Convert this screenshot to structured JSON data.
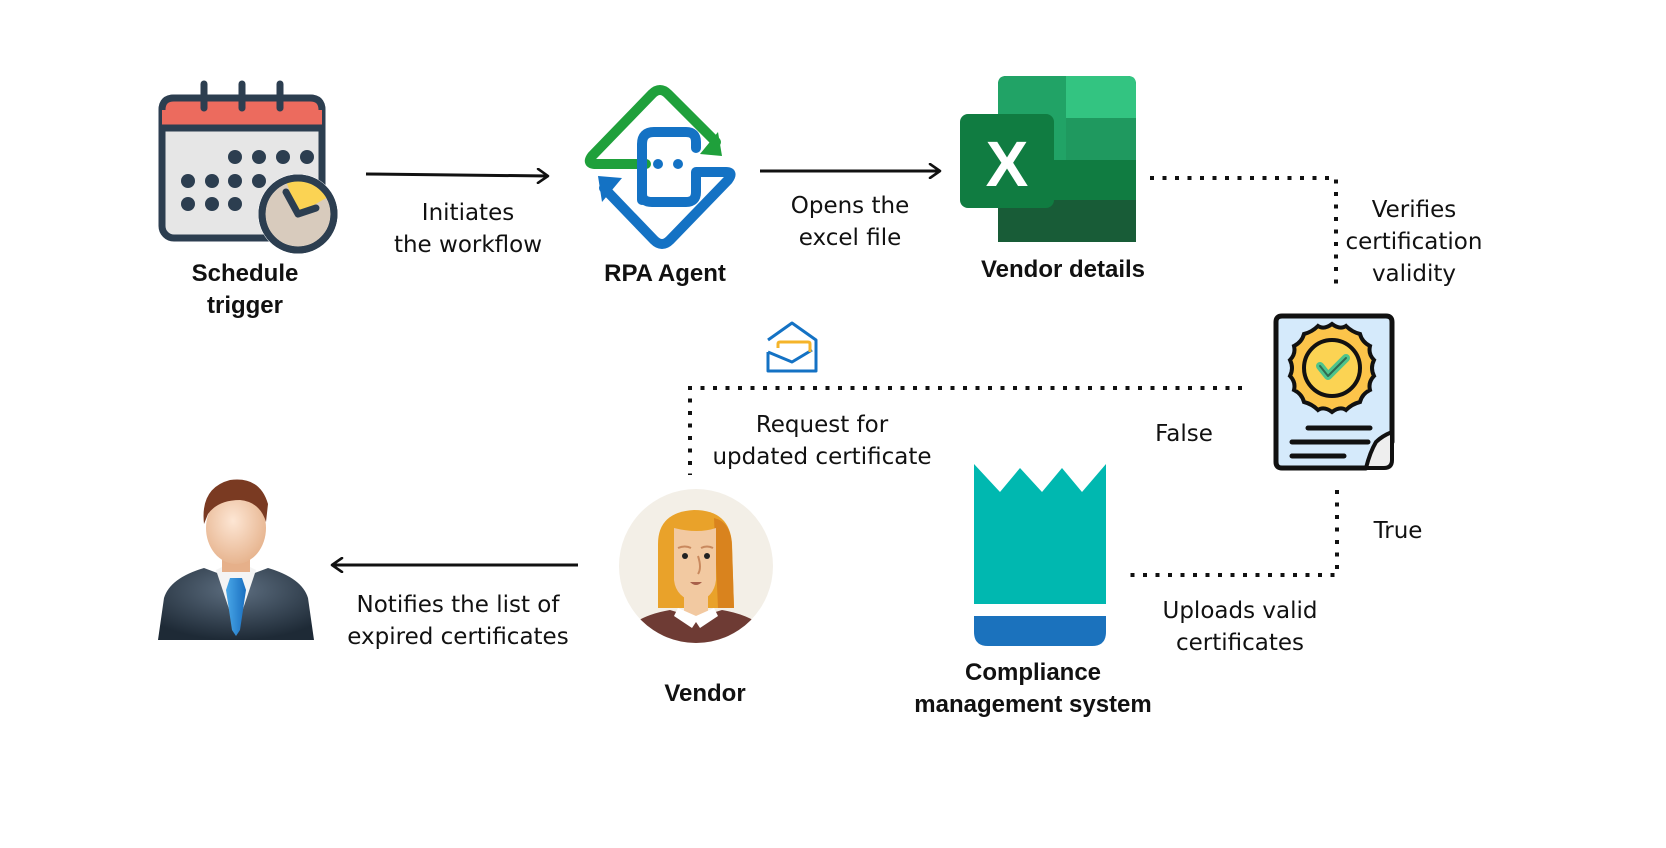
{
  "diagram": {
    "nodes": {
      "schedule_trigger": {
        "title_line1": "Schedule",
        "title_line2": "trigger",
        "icon": "calendar-clock-icon"
      },
      "rpa_agent": {
        "title": "RPA Agent",
        "icon": "rpa-bot-icon"
      },
      "vendor_details": {
        "title": "Vendor details",
        "icon": "excel-icon"
      },
      "certificate": {
        "icon": "certificate-badge-icon"
      },
      "compliance_system": {
        "title_line1": "Compliance",
        "title_line2": "management system",
        "icon": "compliance-crown-icon"
      },
      "vendor": {
        "title": "Vendor",
        "icon": "vendor-avatar-icon"
      },
      "manager": {
        "icon": "businessman-avatar-icon"
      },
      "mail": {
        "icon": "zoho-mail-icon"
      }
    },
    "edges": {
      "initiates": {
        "line1": "Initiates",
        "line2": "the workflow",
        "from": "Schedule trigger",
        "to": "RPA Agent",
        "style": "solid-arrow"
      },
      "opens": {
        "line1": "Opens the",
        "line2": "excel file",
        "from": "RPA Agent",
        "to": "Vendor details",
        "style": "solid-arrow"
      },
      "verifies": {
        "line1": "Verifies",
        "line2": "certification",
        "line3": "validity",
        "from": "Vendor details",
        "to": "Certificate",
        "style": "dotted"
      },
      "false_branch": {
        "label": "False",
        "from": "Certificate",
        "to": "Vendor",
        "style": "dotted"
      },
      "request": {
        "line1": "Request for",
        "line2": "updated certificate"
      },
      "true_branch": {
        "label": "True",
        "from": "Certificate",
        "to": "Compliance management system",
        "style": "dotted"
      },
      "uploads": {
        "line1": "Uploads valid",
        "line2": "certificates"
      },
      "notifies": {
        "line1": "Notifies the list of",
        "line2": "expired certificates",
        "from": "Vendor",
        "to": "Manager",
        "style": "solid-arrow"
      }
    },
    "colors": {
      "calendar_red": "#ec6b5e",
      "navy": "#2c3e50",
      "rpa_green": "#1fa03b",
      "rpa_blue": "#1472c4",
      "excel_dark": "#185c37",
      "excel_mid": "#21a366",
      "excel_light": "#33c481",
      "teal": "#00b8b0",
      "compliance_blue": "#1b72bd",
      "gold": "#fcc44a"
    }
  }
}
